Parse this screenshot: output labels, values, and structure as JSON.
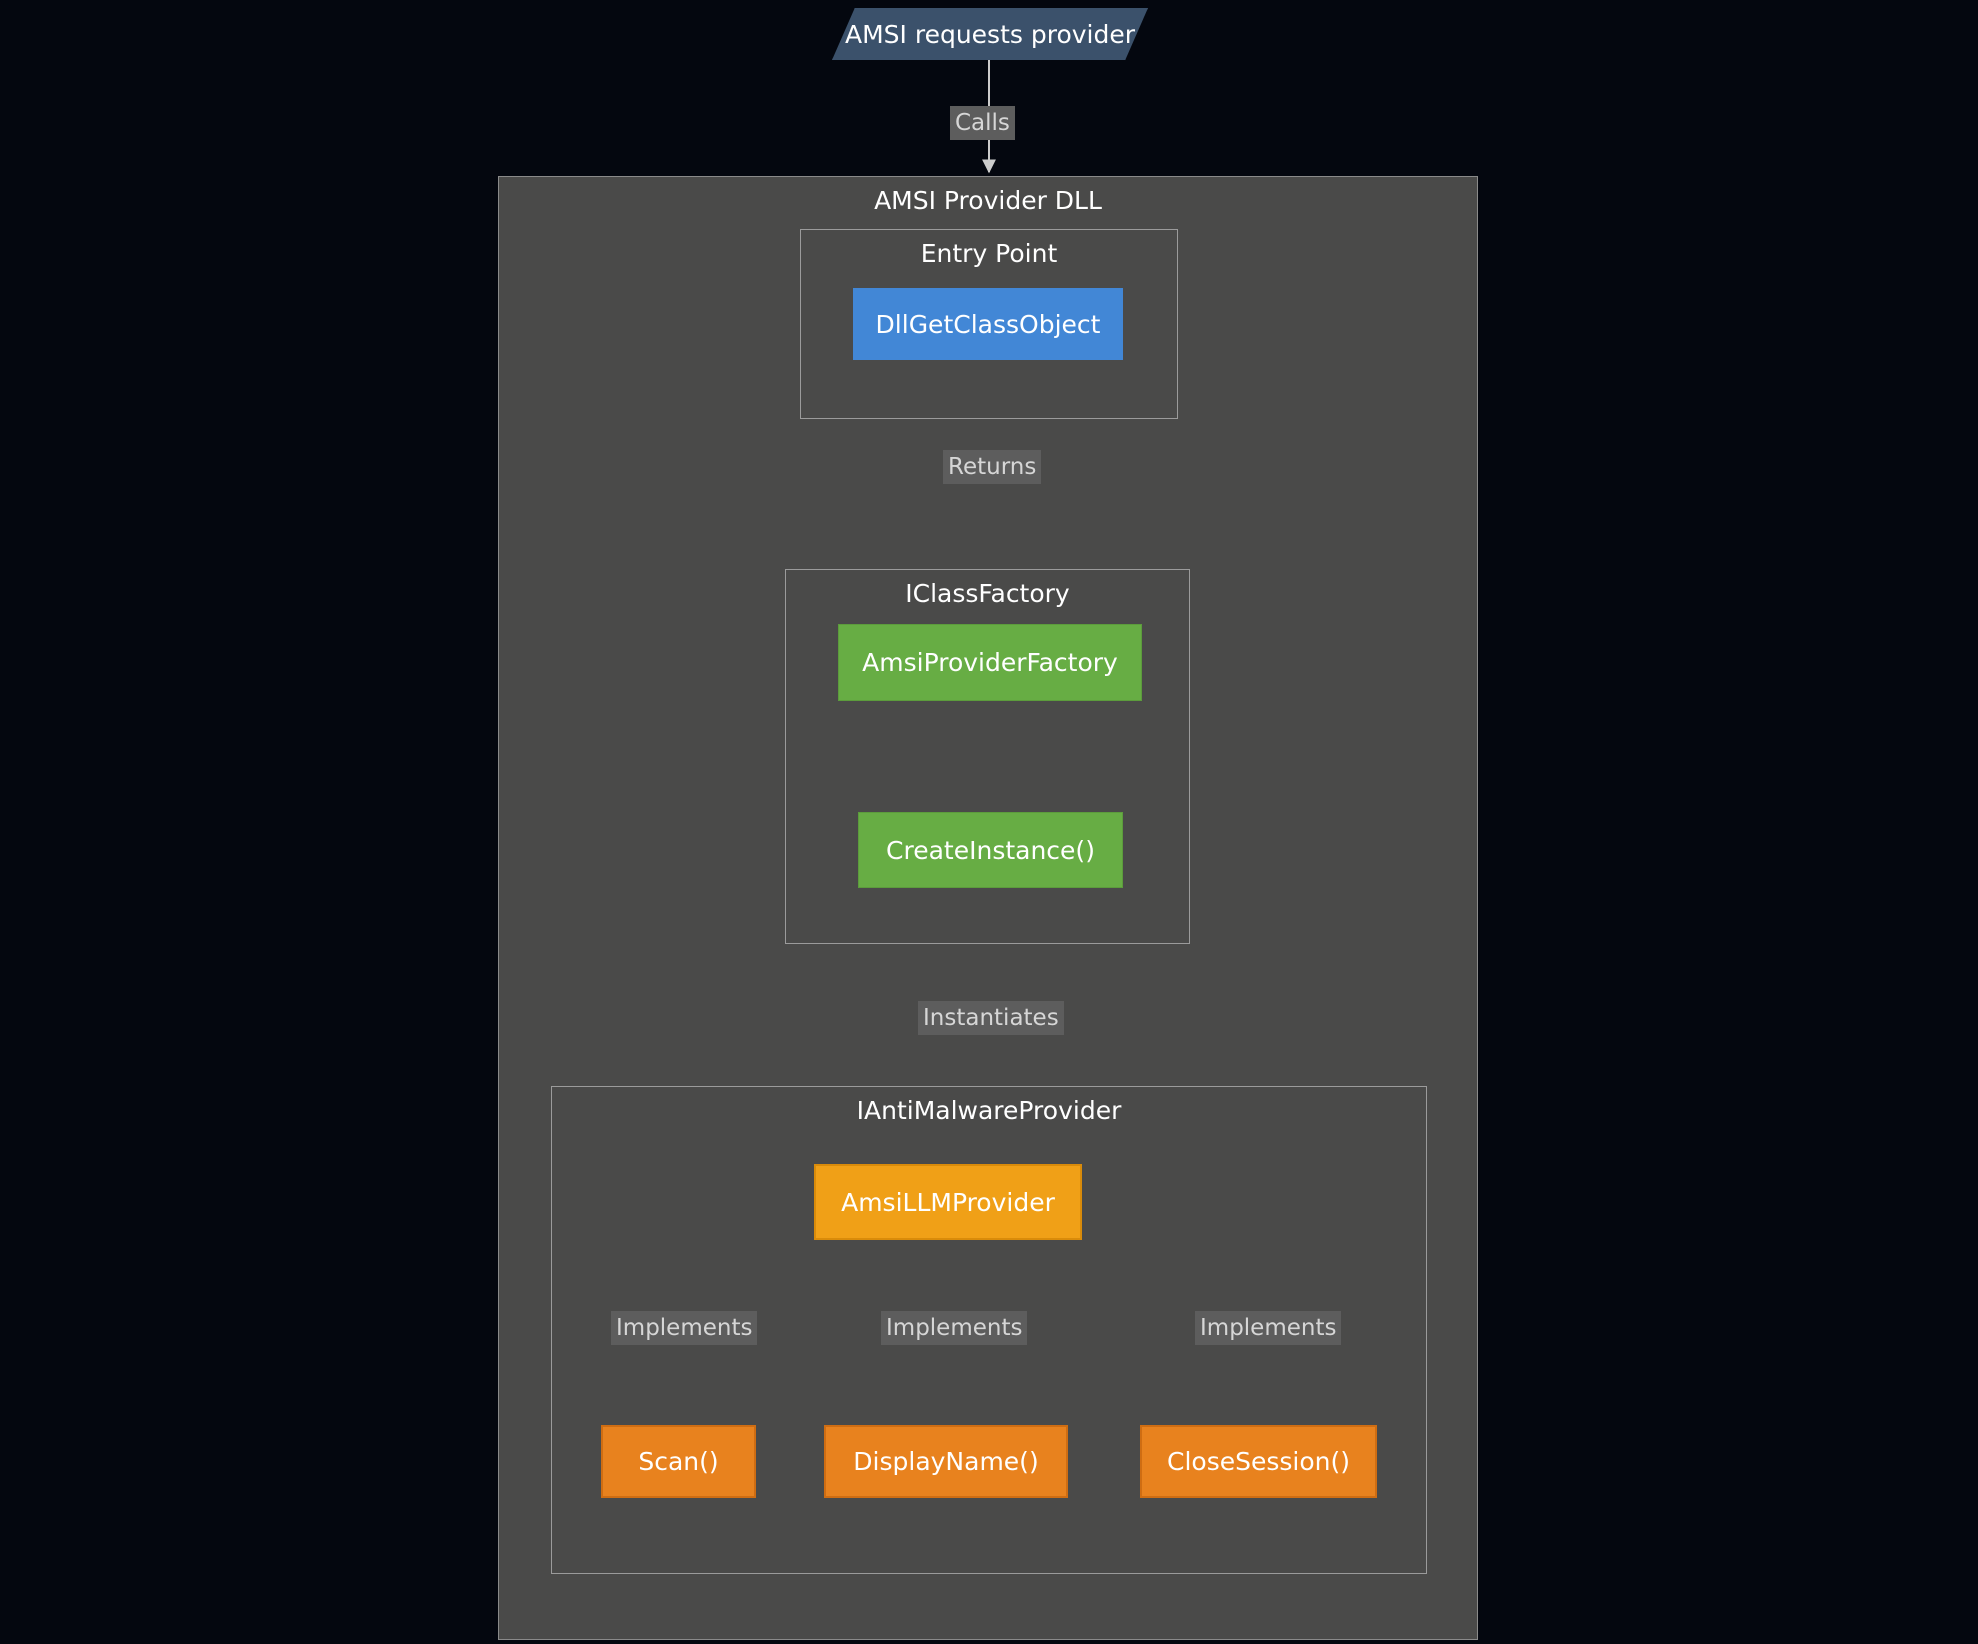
{
  "diagram": {
    "title_node": {
      "label": "AMSI requests provider",
      "shape": "parallelogram",
      "fill": "#3b516b"
    },
    "clusters": [
      {
        "id": "amsi_provider_dll",
        "label": "AMSI Provider DLL"
      },
      {
        "id": "entry_point",
        "label": "Entry Point"
      },
      {
        "id": "iclassfactory",
        "label": "IClassFactory"
      },
      {
        "id": "iantimalwareprovider",
        "label": "IAntiMalwareProvider"
      }
    ],
    "nodes": [
      {
        "id": "dllgetclassobject",
        "label": "DllGetClassObject",
        "fill": "#4287d6",
        "group": "entry_point"
      },
      {
        "id": "amsiproviderfactory",
        "label": "AmsiProviderFactory",
        "fill": "#67ad44",
        "group": "iclassfactory"
      },
      {
        "id": "createinstance",
        "label": "CreateInstance()",
        "fill": "#67ad44",
        "group": "iclassfactory"
      },
      {
        "id": "amsillmprovider",
        "label": "AmsiLLMProvider",
        "fill": "#f0a017",
        "group": "iantimalwareprovider"
      },
      {
        "id": "scan",
        "label": "Scan()",
        "fill": "#e8821e",
        "group": "iantimalwareprovider"
      },
      {
        "id": "displayname",
        "label": "DisplayName()",
        "fill": "#e8821e",
        "group": "iantimalwareprovider"
      },
      {
        "id": "closesession",
        "label": "CloseSession()",
        "fill": "#e8821e",
        "group": "iantimalwareprovider"
      }
    ],
    "edges": [
      {
        "from": "amsi_requests_provider",
        "to": "dllgetclassobject",
        "label": "Calls"
      },
      {
        "from": "dllgetclassobject",
        "to": "amsiproviderfactory",
        "label": "Returns"
      },
      {
        "from": "amsiproviderfactory",
        "to": "createinstance",
        "label": ""
      },
      {
        "from": "createinstance",
        "to": "amsillmprovider",
        "label": "Instantiates"
      },
      {
        "from": "amsillmprovider",
        "to": "scan",
        "label": "Implements"
      },
      {
        "from": "amsillmprovider",
        "to": "displayname",
        "label": "Implements"
      },
      {
        "from": "amsillmprovider",
        "to": "closesession",
        "label": "Implements"
      }
    ],
    "edge_labels": {
      "calls": "Calls",
      "returns": "Returns",
      "instantiates": "Instantiates",
      "implements_scan": "Implements",
      "implements_displayname": "Implements",
      "implements_closesession": "Implements"
    },
    "colors": {
      "background": "#04070f",
      "cluster_fill": "#4a4a49",
      "cluster_border": "#9b9b9b",
      "edge_stroke": "#cccccc",
      "edge_label_bg": "#5d5d5d",
      "text": "#ffffff"
    }
  }
}
